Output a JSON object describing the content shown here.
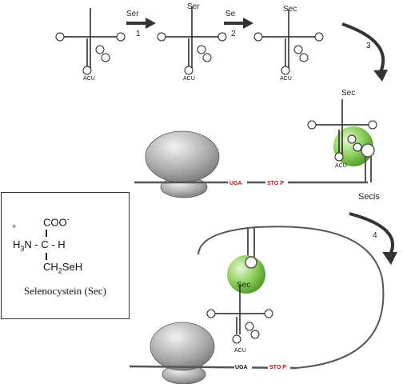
{
  "steps": {
    "step1_amino": "Ser",
    "step1_num": "1",
    "step2_amino": "Se",
    "step2_num": "2",
    "step3_num": "3",
    "step4_num": "4"
  },
  "trna": {
    "anticodon": "ACU",
    "label_ser": "Ser",
    "label_sec": "Sec"
  },
  "mrna": {
    "codon": "UGA",
    "stop": "STO P",
    "secis": "Secis"
  },
  "molecule": {
    "charge_plus": "+",
    "coo": "COO",
    "charge_minus": "-",
    "h3n_h": "H",
    "h3n_sub": "3",
    "h3n_n": "N - C - H",
    "ch2": "CH",
    "ch2_sub": "2",
    "ch2_rest": "SeH",
    "caption": "Selenocystein (Sec)"
  },
  "colors": {
    "green": "#6cbd3c",
    "red": "#b01818",
    "ribosome": "#9a9a9a"
  }
}
